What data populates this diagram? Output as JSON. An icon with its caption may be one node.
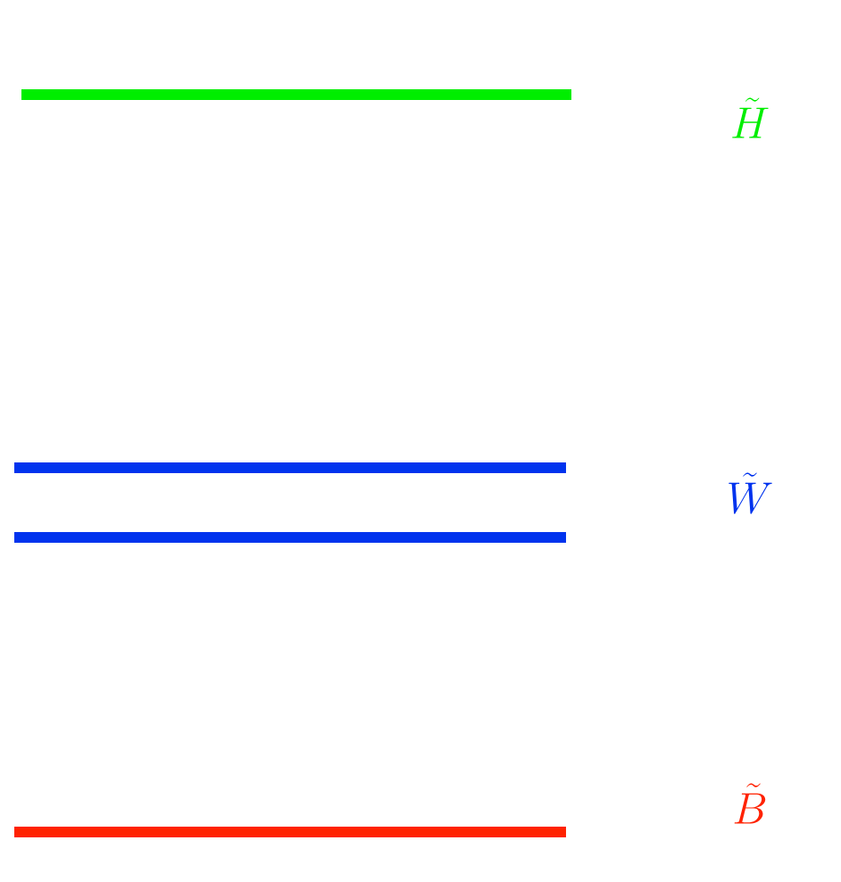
{
  "diagram": {
    "labels": [
      "\\tilde{H}",
      "\\tilde{W}",
      "\\tilde{B}"
    ]
  }
}
